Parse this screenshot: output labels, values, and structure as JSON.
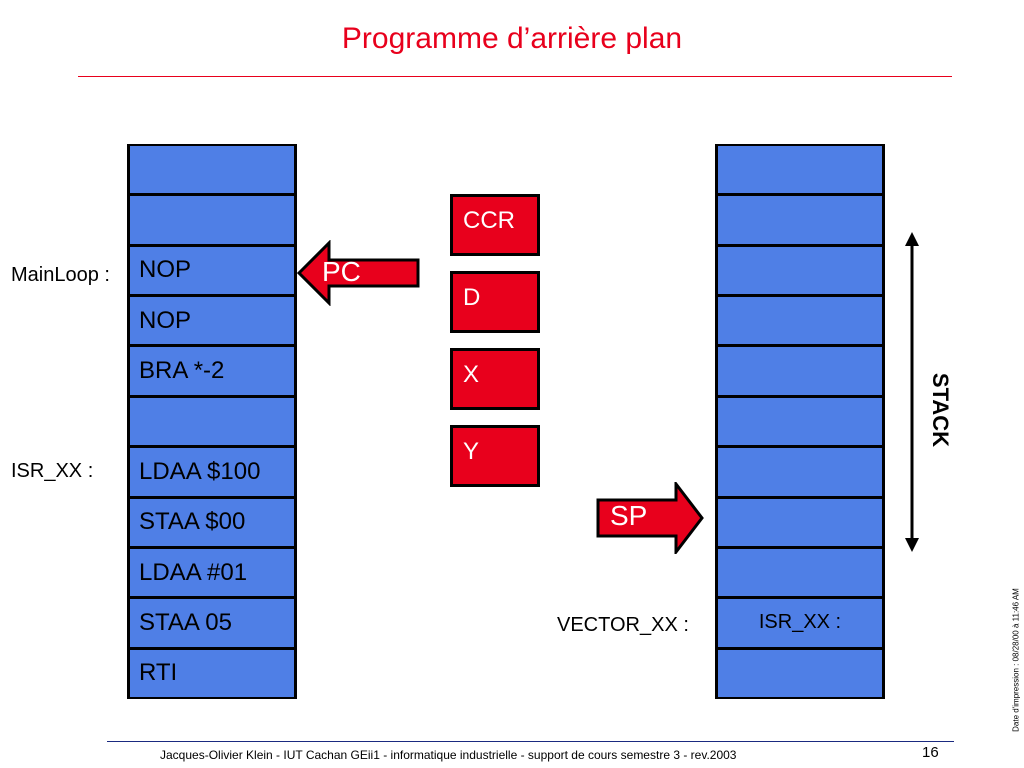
{
  "title": "Programme d’arrière plan",
  "program_memory": {
    "cells": [
      "",
      "",
      "NOP",
      "NOP",
      "BRA *-2",
      "",
      "LDAA $100",
      "STAA $00",
      "LDAA #01",
      "STAA 05",
      "RTI"
    ],
    "colors": {
      "cell": "#4f7fe6",
      "border": "#000000"
    }
  },
  "labels": {
    "mainloop": "MainLoop :",
    "isr_xx": "ISR_XX :",
    "vector_xx": "VECTOR_XX :"
  },
  "registers": [
    "CCR",
    "D",
    "X",
    "Y"
  ],
  "register_color": "#e8001c",
  "pointers": {
    "pc": "PC",
    "sp": "SP"
  },
  "stack_memory": {
    "cells": [
      "",
      "",
      "",
      "",
      "",
      "",
      "",
      "",
      "",
      "ISR_XX :",
      ""
    ]
  },
  "stack_label": "STACK",
  "footer": {
    "text": "Jacques-Olivier Klein - IUT Cachan GEii1 - informatique industrielle - support de cours semestre 3 - rev.2003",
    "page": "16",
    "date": "Date d'impression : 08/28/00 à 11:46 AM"
  }
}
